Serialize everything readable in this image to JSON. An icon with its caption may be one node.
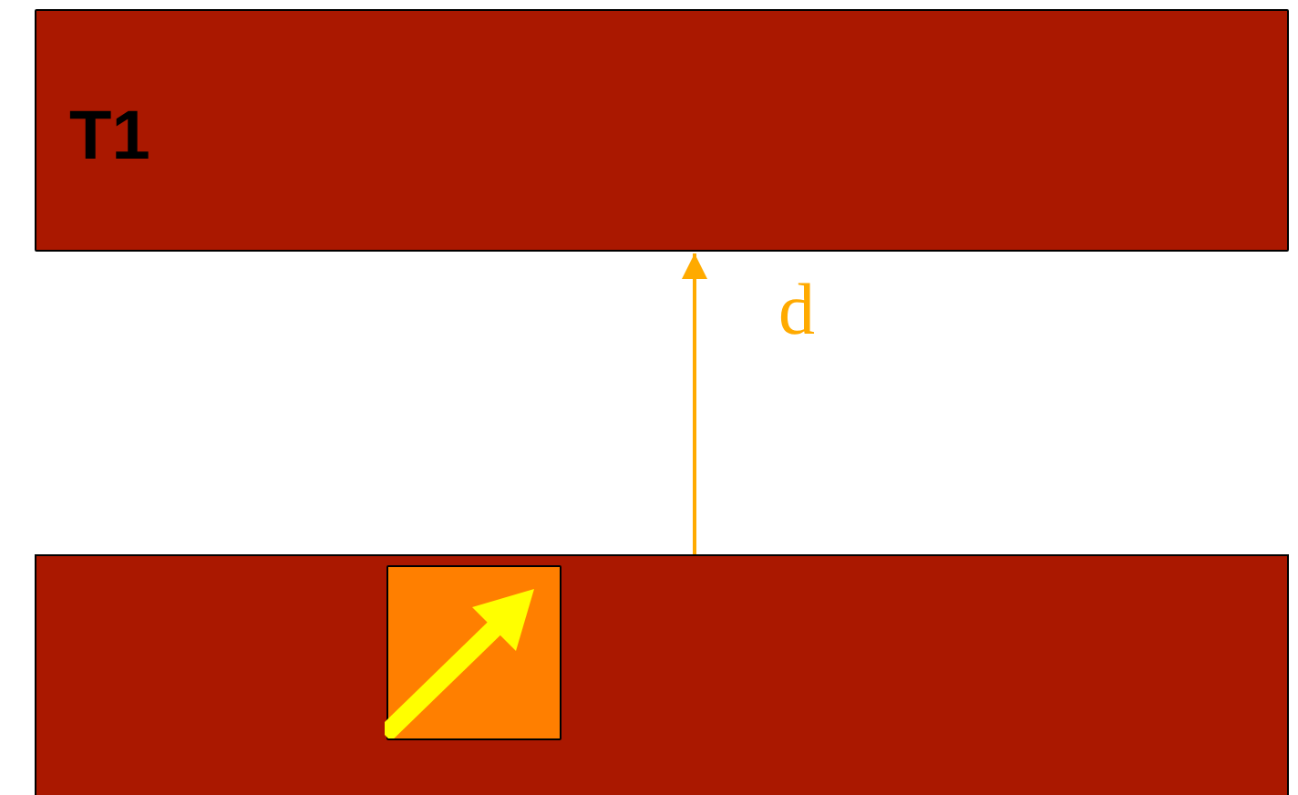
{
  "diagram": {
    "nodes": [
      {
        "text": [
          "T1"
        ]
      },
      {
        "text": [],
        "shape": "bar"
      },
      {
        "text": [],
        "shape": "box",
        "in": 1
      }
    ],
    "edges": [
      {
        "from": 1,
        "to": 0,
        "arrow": "to",
        "label": "d",
        "color": "#ffaa00"
      }
    ]
  }
}
